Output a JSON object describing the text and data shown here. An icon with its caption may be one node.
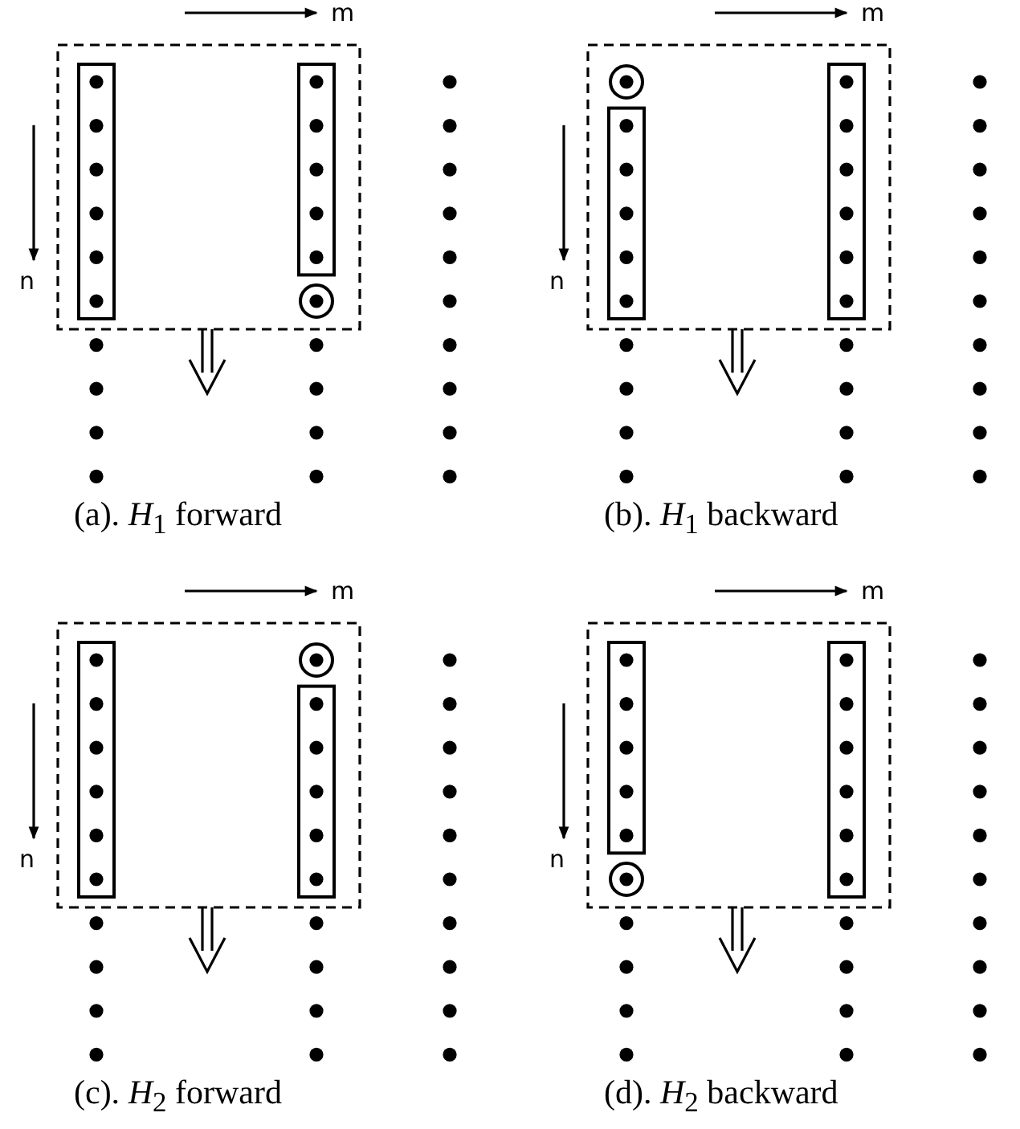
{
  "diagram": {
    "labels": [
      "m",
      "m",
      "n",
      "n",
      "(a). *H*$_{1}$ forward",
      "(b). *H*$_{1}$ backward",
      "m",
      "m",
      "n",
      "n",
      "(c). *H*$_{2}$ forward",
      "(d). *H*$_{2}$ backward"
    ]
  }
}
